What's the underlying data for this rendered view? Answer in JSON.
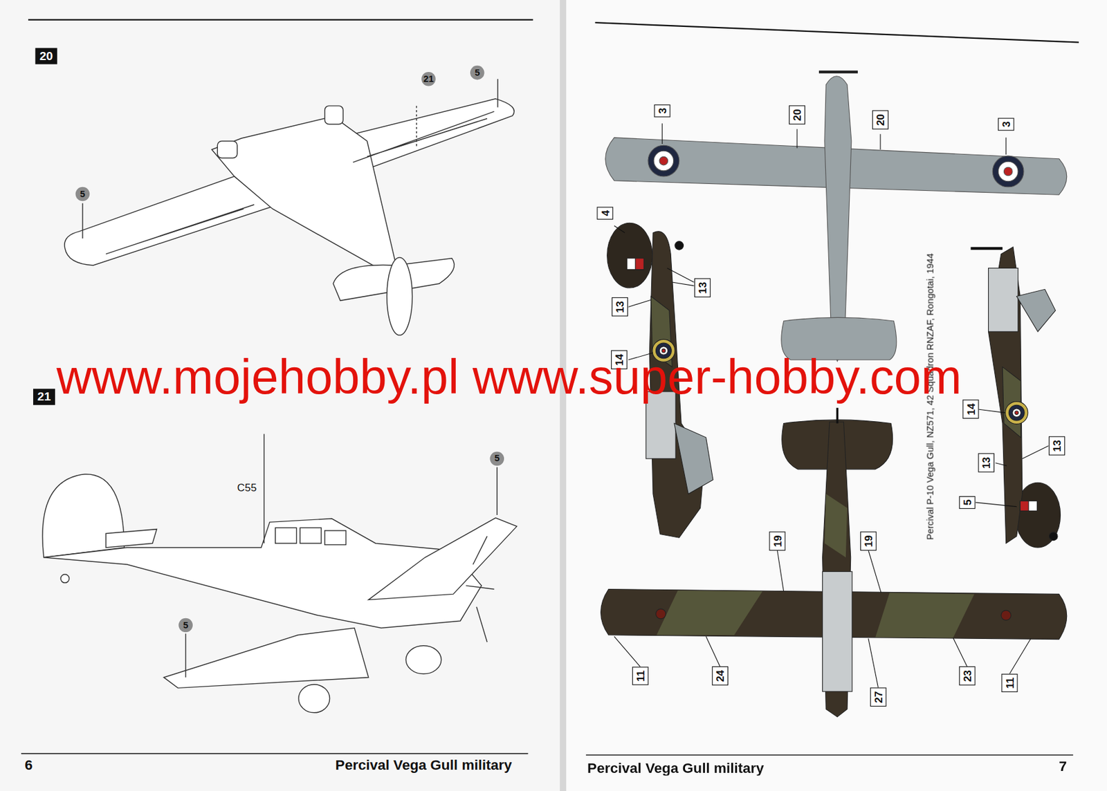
{
  "diagram": {
    "labels": [
      "20",
      "21",
      "5",
      "5",
      "21",
      "C55",
      "5",
      "5",
      "6",
      "Percival Vega Gull military",
      "3",
      "20",
      "20",
      "3",
      "4",
      "13",
      "13",
      "14",
      "Percival P-10 Vega Gull, NZ571, 42 Squadron RNZAF, Rongotai, 1944",
      "14",
      "13",
      "13",
      "5",
      "19",
      "19",
      "11",
      "24",
      "27",
      "23",
      "11",
      "Percival Vega Gull military",
      "7",
      "www.mojehobby.pl www.super-hobby.com"
    ]
  }
}
